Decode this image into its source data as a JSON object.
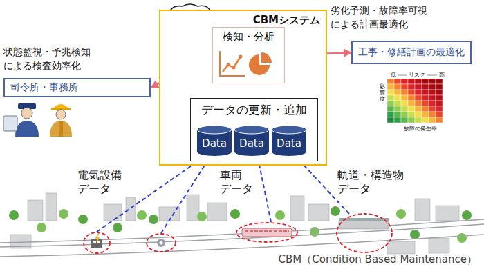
{
  "diagram": {
    "caption": "CBM（Condition Based Maintenance）",
    "nodes": [
      {
        "text": [
          "クラウド"
        ]
      },
      {
        "text": [
          "CBMシステム"
        ]
      },
      {
        "text": [
          "検知・分析"
        ],
        "in": 1
      },
      {
        "text": [
          "データの更新・追加"
        ],
        "in": 1
      },
      {
        "text": [
          "Data"
        ],
        "in": 3
      },
      {
        "text": [
          "Data"
        ],
        "in": 3
      },
      {
        "text": [
          "Data"
        ],
        "in": 3
      },
      {
        "text": [
          "状態監視・予兆検知 による検査効率化",
          "司令所・事務所"
        ]
      },
      {
        "text": [
          "劣化予測・故障率可視 による計画最適化",
          "工事・修繕計画の最適化"
        ]
      }
    ],
    "edges": [
      {
        "from": 3,
        "to": 2,
        "arrow": "to"
      },
      {
        "from": 2,
        "to": 7,
        "arrow": "both"
      },
      {
        "from": 2,
        "to": 8,
        "arrow": "both"
      }
    ],
    "labels": [
      "電気設備 データ",
      "車両 データ",
      "軌道・構造物 データ",
      "低",
      "リスク",
      "高",
      "影響度",
      "故障の発生率"
    ]
  }
}
